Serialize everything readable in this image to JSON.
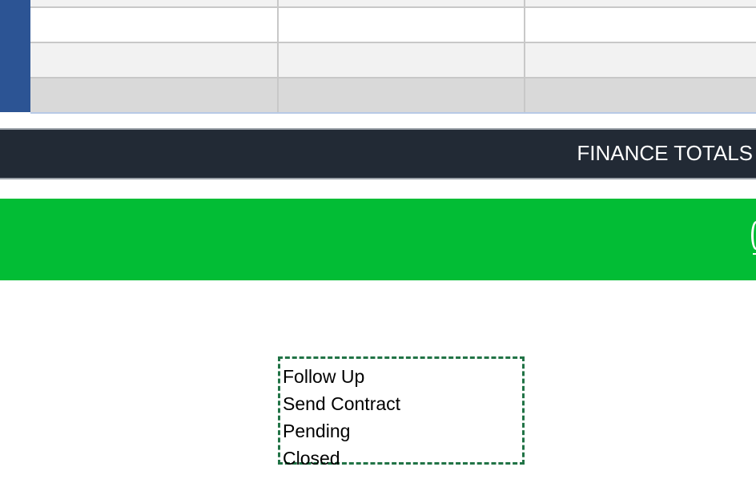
{
  "colors": {
    "sidebar_accent": "#2c5494",
    "finance_bar": "#222a35",
    "green_bar": "#02bd35",
    "dropdown_border": "#217346"
  },
  "finance": {
    "title": "FINANCE TOTALS"
  },
  "status_dropdown": {
    "options": [
      "Follow Up",
      "Send Contract",
      "Pending",
      "Closed"
    ]
  }
}
